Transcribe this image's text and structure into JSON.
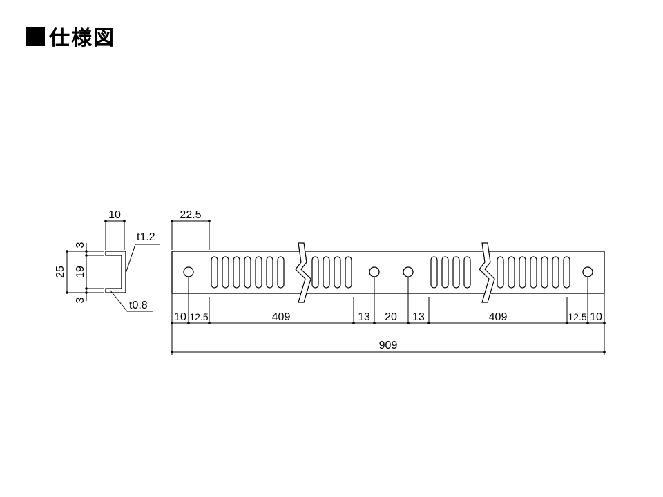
{
  "title": "■仕様図",
  "title_text": "仕様図",
  "side_view": {
    "top_width": "10",
    "flange_top": "3",
    "inner_height": "19",
    "total_height": "25",
    "flange_bottom": "3",
    "thickness_top": "t1.2",
    "thickness_bottom": "t0.8"
  },
  "plan_view": {
    "slot_offset": "22.5",
    "bottom_dims": [
      "10",
      "12.5",
      "409",
      "13",
      "20",
      "13",
      "409",
      "12.5",
      "10"
    ],
    "total_length": "909"
  }
}
